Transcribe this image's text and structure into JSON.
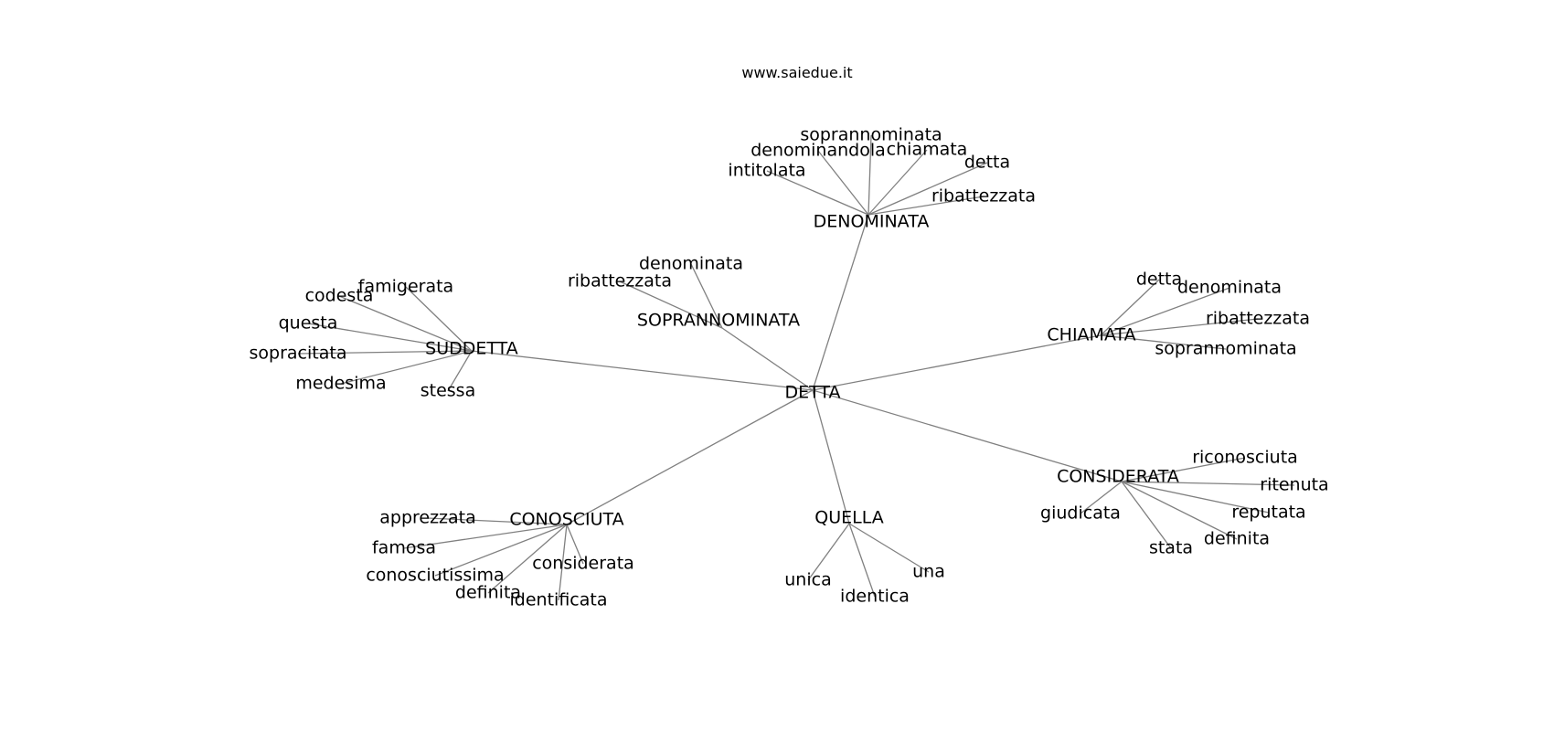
{
  "header": {
    "title": "www.saiedue.it"
  },
  "graph": {
    "nodes": [
      {
        "id": "detta_c",
        "label": "DETTA"
      },
      {
        "id": "denominata_h",
        "label": "DENOMINATA"
      },
      {
        "id": "soprannominata_h",
        "label": "SOPRANNOMINATA"
      },
      {
        "id": "suddetta_h",
        "label": "SUDDETTA"
      },
      {
        "id": "chiamata_h",
        "label": "CHIAMATA"
      },
      {
        "id": "considerata_h",
        "label": "CONSIDERATA"
      },
      {
        "id": "quella_h",
        "label": "QUELLA"
      },
      {
        "id": "conosciuta_h",
        "label": "CONOSCIUTA"
      },
      {
        "id": "den_sopr",
        "label": "soprannominata"
      },
      {
        "id": "den_denominandola",
        "label": "denominandola"
      },
      {
        "id": "den_chiamata",
        "label": "chiamata"
      },
      {
        "id": "den_detta",
        "label": "detta"
      },
      {
        "id": "den_intitolata",
        "label": "intitolata"
      },
      {
        "id": "den_ribattezzata",
        "label": "ribattezzata"
      },
      {
        "id": "sop_denominata",
        "label": "denominata"
      },
      {
        "id": "sop_ribattezzata",
        "label": "ribattezzata"
      },
      {
        "id": "sud_famigerata",
        "label": "famigerata"
      },
      {
        "id": "sud_codesta",
        "label": "codesta"
      },
      {
        "id": "sud_questa",
        "label": "questa"
      },
      {
        "id": "sud_sopracitata",
        "label": "sopracitata"
      },
      {
        "id": "sud_medesima",
        "label": "medesima"
      },
      {
        "id": "sud_stessa",
        "label": "stessa"
      },
      {
        "id": "chi_detta",
        "label": "detta"
      },
      {
        "id": "chi_denominata",
        "label": "denominata"
      },
      {
        "id": "chi_ribattezzata",
        "label": "ribattezzata"
      },
      {
        "id": "chi_sopr",
        "label": "soprannominata"
      },
      {
        "id": "con_riconosciuta",
        "label": "riconosciuta"
      },
      {
        "id": "con_ritenuta",
        "label": "ritenuta"
      },
      {
        "id": "con_reputata",
        "label": "reputata"
      },
      {
        "id": "con_definita",
        "label": "definita"
      },
      {
        "id": "con_stata",
        "label": "stata"
      },
      {
        "id": "con_giudicata",
        "label": "giudicata"
      },
      {
        "id": "que_unica",
        "label": "unica"
      },
      {
        "id": "que_identica",
        "label": "identica"
      },
      {
        "id": "que_una",
        "label": "una"
      },
      {
        "id": "cos_apprezzata",
        "label": "apprezzata"
      },
      {
        "id": "cos_famosa",
        "label": "famosa"
      },
      {
        "id": "cos_conosciutissima",
        "label": "conosciutissima"
      },
      {
        "id": "cos_definita",
        "label": "definita"
      },
      {
        "id": "cos_identificata",
        "label": "identificata"
      },
      {
        "id": "cos_considerata",
        "label": "considerata"
      }
    ],
    "edges": [
      [
        "detta_c",
        "denominata_h"
      ],
      [
        "detta_c",
        "soprannominata_h"
      ],
      [
        "detta_c",
        "suddetta_h"
      ],
      [
        "detta_c",
        "chiamata_h"
      ],
      [
        "detta_c",
        "considerata_h"
      ],
      [
        "detta_c",
        "quella_h"
      ],
      [
        "detta_c",
        "conosciuta_h"
      ],
      [
        "denominata_h",
        "den_sopr"
      ],
      [
        "denominata_h",
        "den_denominandola"
      ],
      [
        "denominata_h",
        "den_chiamata"
      ],
      [
        "denominata_h",
        "den_detta"
      ],
      [
        "denominata_h",
        "den_intitolata"
      ],
      [
        "denominata_h",
        "den_ribattezzata"
      ],
      [
        "soprannominata_h",
        "sop_denominata"
      ],
      [
        "soprannominata_h",
        "sop_ribattezzata"
      ],
      [
        "suddetta_h",
        "sud_famigerata"
      ],
      [
        "suddetta_h",
        "sud_codesta"
      ],
      [
        "suddetta_h",
        "sud_questa"
      ],
      [
        "suddetta_h",
        "sud_sopracitata"
      ],
      [
        "suddetta_h",
        "sud_medesima"
      ],
      [
        "suddetta_h",
        "sud_stessa"
      ],
      [
        "chiamata_h",
        "chi_detta"
      ],
      [
        "chiamata_h",
        "chi_denominata"
      ],
      [
        "chiamata_h",
        "chi_ribattezzata"
      ],
      [
        "chiamata_h",
        "chi_sopr"
      ],
      [
        "considerata_h",
        "con_riconosciuta"
      ],
      [
        "considerata_h",
        "con_ritenuta"
      ],
      [
        "considerata_h",
        "con_reputata"
      ],
      [
        "considerata_h",
        "con_definita"
      ],
      [
        "considerata_h",
        "con_stata"
      ],
      [
        "considerata_h",
        "con_giudicata"
      ],
      [
        "quella_h",
        "que_unica"
      ],
      [
        "quella_h",
        "que_identica"
      ],
      [
        "quella_h",
        "que_una"
      ],
      [
        "conosciuta_h",
        "cos_apprezzata"
      ],
      [
        "conosciuta_h",
        "cos_famosa"
      ],
      [
        "conosciuta_h",
        "cos_conosciutissima"
      ],
      [
        "conosciuta_h",
        "cos_definita"
      ],
      [
        "conosciuta_h",
        "cos_identificata"
      ],
      [
        "conosciuta_h",
        "cos_considerata"
      ]
    ]
  }
}
